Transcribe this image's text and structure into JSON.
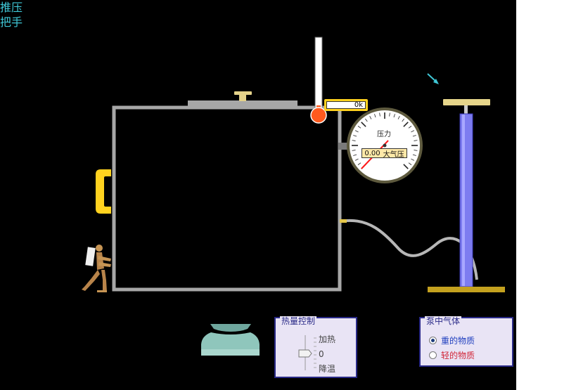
{
  "push_handle_label": [
    "推压",
    "把手"
  ],
  "thermometer": {
    "value": "0k"
  },
  "gauge": {
    "title": "压力",
    "reading": "0.00",
    "unit": "大气压"
  },
  "heat_control": {
    "title": "热量控制",
    "options": [
      "加热",
      "0",
      "降温"
    ],
    "level": 0
  },
  "pump_gas": {
    "title": "泵中气体",
    "options": [
      {
        "label": "重的物质",
        "selected": true,
        "color": "#1f3fbf"
      },
      {
        "label": "轻的物质",
        "selected": false,
        "color": "#d2283a"
      }
    ]
  },
  "colors": {
    "background": "#000000",
    "accent_cyan": "#3fc7d6",
    "chamber_wall": "#a7a7a7",
    "handle_yellow": "#ffd21f",
    "pump_blue": "#7d7cf0",
    "panel_bg": "#e9e4f5"
  },
  "icons": [
    "arrow-icon",
    "thermometer-icon",
    "gauge-icon",
    "pump-icon",
    "burner-icon",
    "figure-icon",
    "slider-icon"
  ]
}
